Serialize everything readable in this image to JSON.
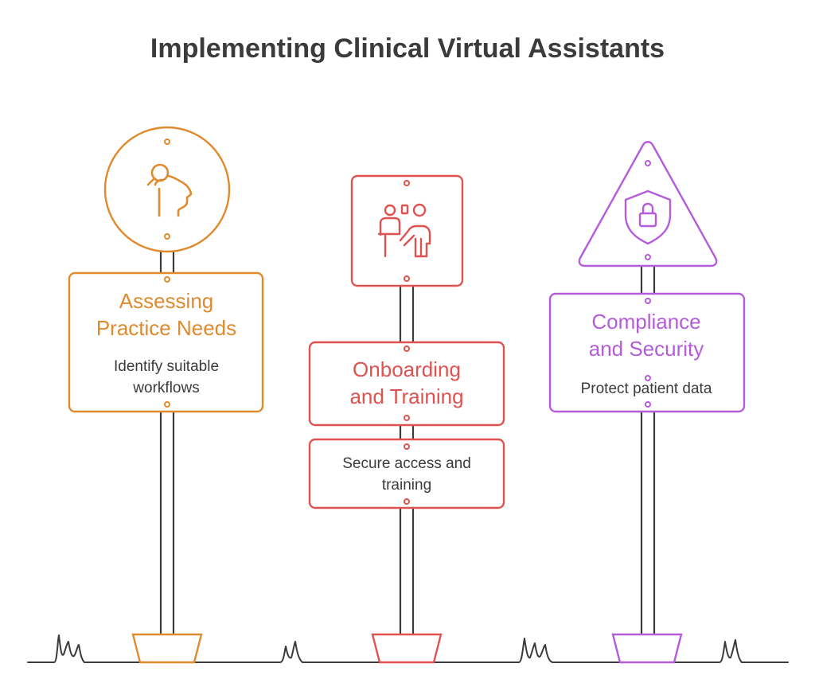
{
  "title": "Implementing Clinical Virtual Assistants",
  "signs": [
    {
      "heading_line1": "Assessing",
      "heading_line2": "Practice Needs",
      "desc_line1": "Identify suitable",
      "desc_line2": "workflows",
      "icon": "head-search-icon",
      "color": "#E08A2E"
    },
    {
      "heading_line1": "Onboarding",
      "heading_line2": "and Training",
      "desc_line1": "Secure access and",
      "desc_line2": "training",
      "icon": "presenter-icon",
      "color": "#E0524F"
    },
    {
      "heading_line1": "Compliance",
      "heading_line2": "and Security",
      "desc_line1": "Protect patient data",
      "icon": "shield-lock-icon",
      "color": "#B45CDB"
    }
  ],
  "colors": {
    "title": "#3b3b3b",
    "ground": "#3b3b3b"
  }
}
